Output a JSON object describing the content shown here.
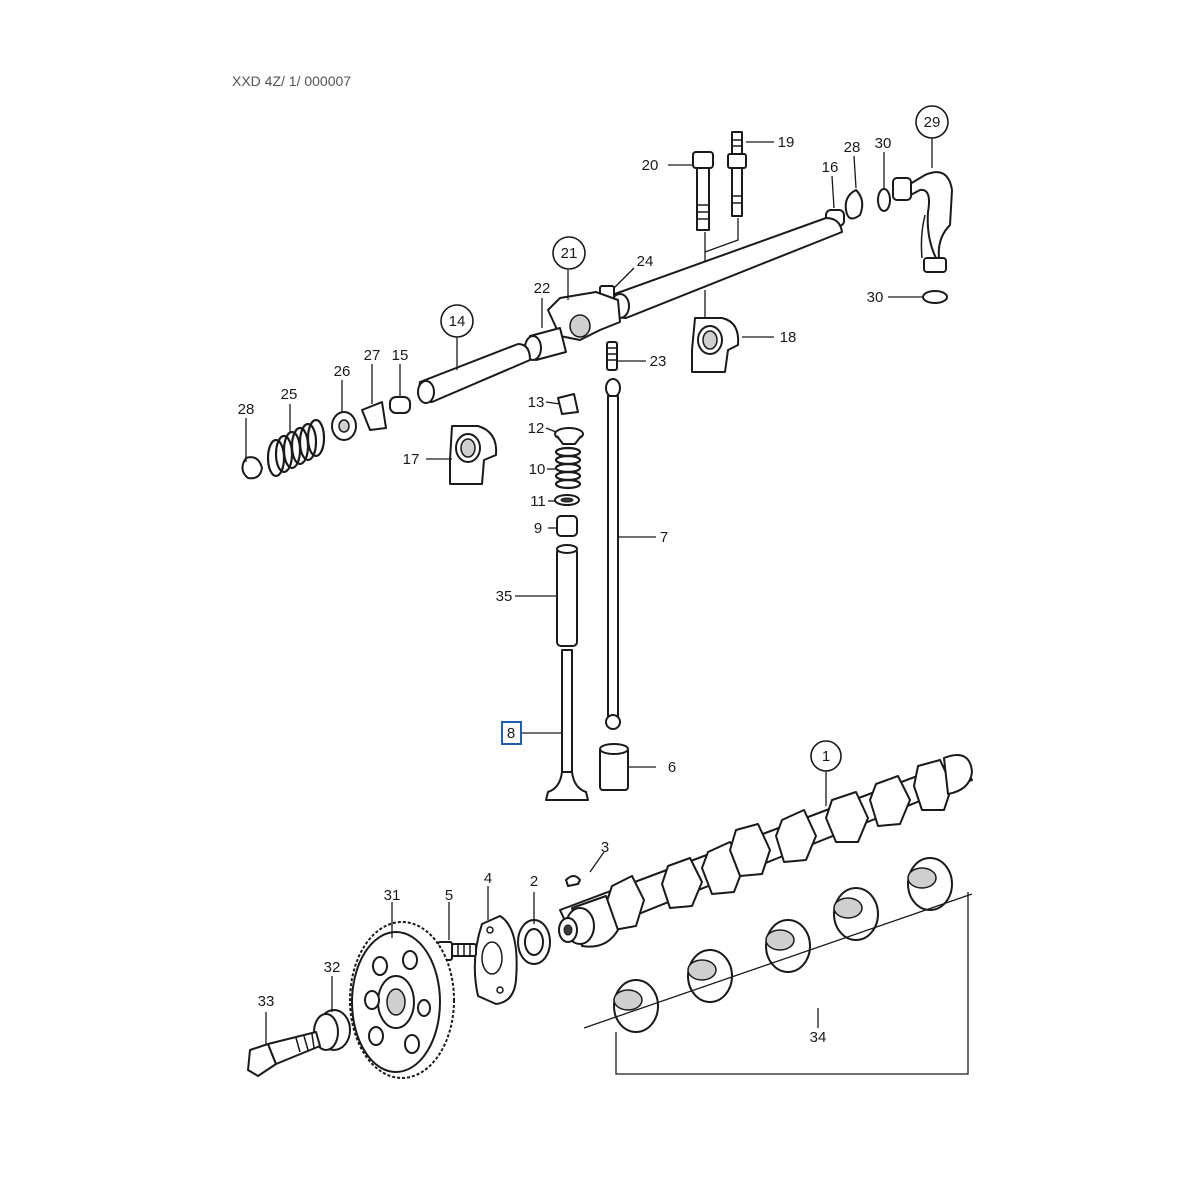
{
  "header_text": "XXD 4Z/ 1/ 000007",
  "highlight_color": "#1f5fb0",
  "callouts": [
    {
      "id": "c1",
      "label": "1",
      "circled": true
    },
    {
      "id": "c2",
      "label": "2"
    },
    {
      "id": "c3",
      "label": "3"
    },
    {
      "id": "c4",
      "label": "4"
    },
    {
      "id": "c5",
      "label": "5"
    },
    {
      "id": "c6",
      "label": "6"
    },
    {
      "id": "c7",
      "label": "7"
    },
    {
      "id": "c8",
      "label": "8",
      "highlighted": true
    },
    {
      "id": "c9",
      "label": "9"
    },
    {
      "id": "c10",
      "label": "10"
    },
    {
      "id": "c11",
      "label": "11"
    },
    {
      "id": "c12",
      "label": "12"
    },
    {
      "id": "c13",
      "label": "13"
    },
    {
      "id": "c14",
      "label": "14",
      "circled": true
    },
    {
      "id": "c15",
      "label": "15"
    },
    {
      "id": "c16",
      "label": "16"
    },
    {
      "id": "c17",
      "label": "17"
    },
    {
      "id": "c18",
      "label": "18"
    },
    {
      "id": "c19",
      "label": "19"
    },
    {
      "id": "c20",
      "label": "20"
    },
    {
      "id": "c21",
      "label": "21",
      "circled": true
    },
    {
      "id": "c22",
      "label": "22"
    },
    {
      "id": "c23",
      "label": "23"
    },
    {
      "id": "c24",
      "label": "24"
    },
    {
      "id": "c25",
      "label": "25"
    },
    {
      "id": "c26",
      "label": "26"
    },
    {
      "id": "c27",
      "label": "27"
    },
    {
      "id": "c28a",
      "label": "28"
    },
    {
      "id": "c28b",
      "label": "28"
    },
    {
      "id": "c29",
      "label": "29",
      "circled": true
    },
    {
      "id": "c30a",
      "label": "30"
    },
    {
      "id": "c30b",
      "label": "30"
    },
    {
      "id": "c31",
      "label": "31"
    },
    {
      "id": "c32",
      "label": "32"
    },
    {
      "id": "c33",
      "label": "33"
    },
    {
      "id": "c34",
      "label": "34"
    },
    {
      "id": "c35",
      "label": "35"
    }
  ]
}
